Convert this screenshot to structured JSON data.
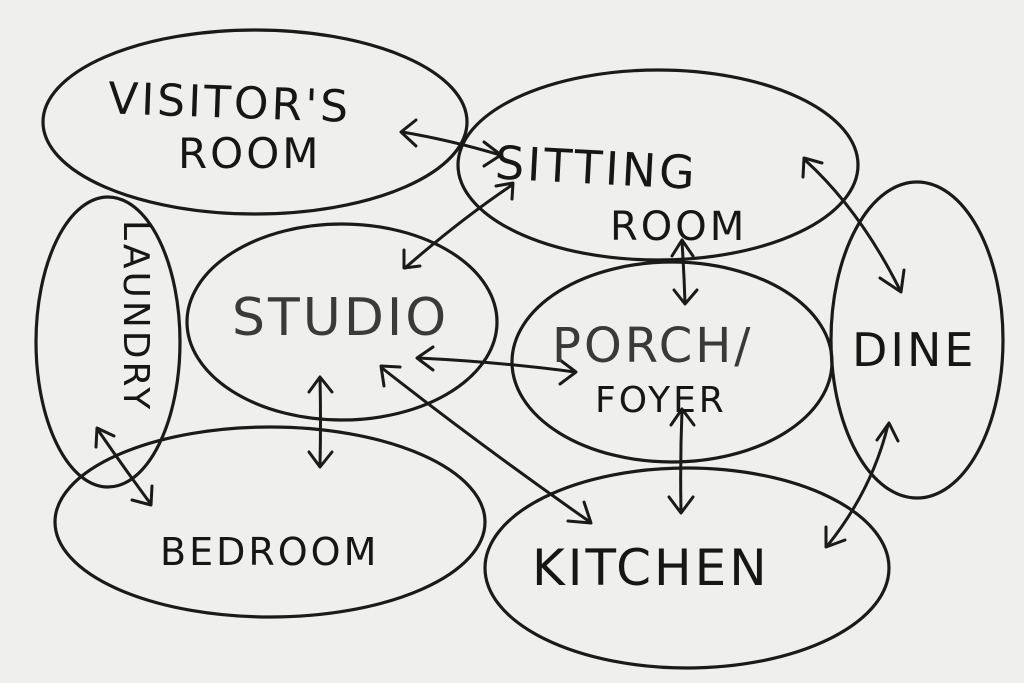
{
  "rooms": [
    {
      "id": "visitors-room",
      "lines": [
        "VISITOR'S",
        "ROOM"
      ]
    },
    {
      "id": "sitting-room",
      "lines": [
        "SITTING",
        "ROOM"
      ]
    },
    {
      "id": "laundry",
      "lines": [
        "LAUNDRY"
      ]
    },
    {
      "id": "studio",
      "lines": [
        "STUDIO"
      ]
    },
    {
      "id": "porch-foyer",
      "lines": [
        "PORCH/",
        "FOYER"
      ]
    },
    {
      "id": "dine",
      "lines": [
        "DINE"
      ]
    },
    {
      "id": "bedroom",
      "lines": [
        "BEDROOM"
      ]
    },
    {
      "id": "kitchen",
      "lines": [
        "KITCHEN"
      ]
    }
  ],
  "connections": [
    {
      "from": "visitors-room",
      "to": "sitting-room"
    },
    {
      "from": "sitting-room",
      "to": "studio"
    },
    {
      "from": "sitting-room",
      "to": "porch-foyer"
    },
    {
      "from": "sitting-room",
      "to": "dine"
    },
    {
      "from": "studio",
      "to": "porch-foyer"
    },
    {
      "from": "studio",
      "to": "bedroom"
    },
    {
      "from": "studio",
      "to": "kitchen"
    },
    {
      "from": "laundry",
      "to": "bedroom"
    },
    {
      "from": "porch-foyer",
      "to": "kitchen"
    },
    {
      "from": "dine",
      "to": "kitchen"
    }
  ],
  "colors": {
    "ink": "#1a1a1a",
    "paper": "#efefed"
  }
}
